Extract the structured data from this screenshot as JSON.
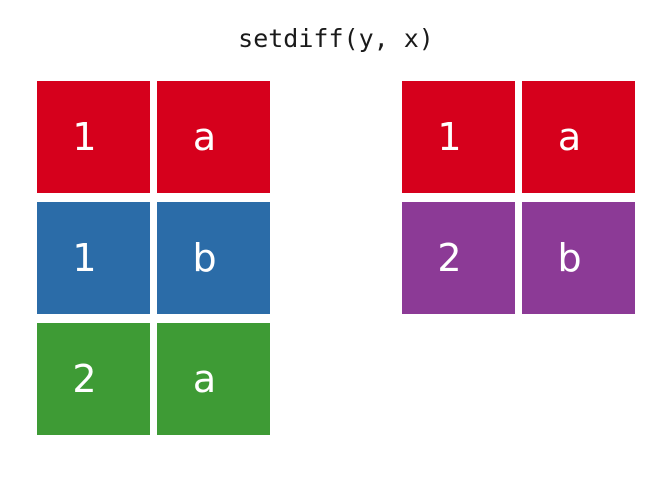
{
  "title": "setdiff(y, x)",
  "palette": {
    "red": "#D6001C",
    "blue": "#2B6CA8",
    "green": "#3E9B35",
    "purple": "#8C3A96",
    "background": "#FFFFFF",
    "text_on_cell": "#FFFFFF",
    "title_color": "#1A1A1A"
  },
  "tables": [
    {
      "name": "left-table",
      "rows": [
        {
          "color": "#D6001C",
          "color_name": "red",
          "cells": [
            "1",
            "a"
          ]
        },
        {
          "color": "#2B6CA8",
          "color_name": "blue",
          "cells": [
            "1",
            "b"
          ]
        },
        {
          "color": "#3E9B35",
          "color_name": "green",
          "cells": [
            "2",
            "a"
          ]
        }
      ]
    },
    {
      "name": "right-table",
      "rows": [
        {
          "color": "#D6001C",
          "color_name": "red",
          "cells": [
            "1",
            "a"
          ]
        },
        {
          "color": "#8C3A96",
          "color_name": "purple",
          "cells": [
            "2",
            "b"
          ]
        }
      ]
    }
  ]
}
